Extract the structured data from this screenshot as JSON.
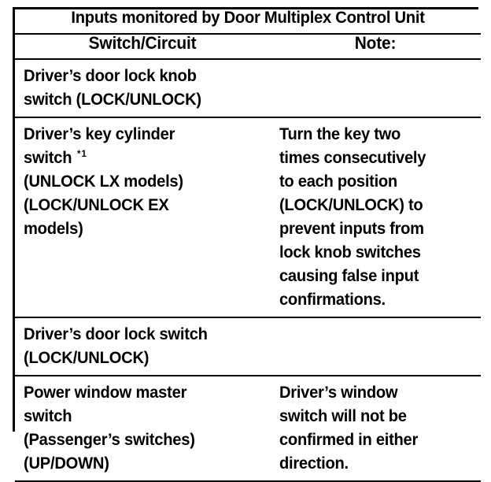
{
  "document": {
    "table": {
      "title": "Inputs monitored by Door Multiplex Control Unit",
      "columns": [
        {
          "key": "switch_circuit",
          "header": "Switch/Circuit"
        },
        {
          "key": "note",
          "header": "Note:"
        }
      ],
      "rows": [
        {
          "switch_circuit_lines": [
            "Driver’s door lock knob",
            "switch (LOCK/UNLOCK)"
          ],
          "footnote_marker": "",
          "note_lines": []
        },
        {
          "switch_circuit_lines": [
            "Driver’s key cylinder",
            "switch",
            "(UNLOCK LX models)",
            "(LOCK/UNLOCK EX",
            "models)"
          ],
          "footnote_marker": "*1",
          "note_lines": [
            "Turn the key two",
            "times consecutively",
            "to each position",
            "(LOCK/UNLOCK) to",
            "prevent inputs from",
            "lock knob switches",
            "causing false input",
            "confirmations."
          ]
        },
        {
          "switch_circuit_lines": [
            "Driver’s door lock switch",
            "(LOCK/UNLOCK)"
          ],
          "footnote_marker": "",
          "note_lines": []
        },
        {
          "switch_circuit_lines": [
            "Power window master",
            "switch",
            "(Passenger’s switches)",
            "(UP/DOWN)"
          ],
          "footnote_marker": "",
          "note_lines": [
            "Driver’s window",
            "switch will not be",
            "confirmed in either",
            "direction."
          ]
        }
      ]
    },
    "colors": {
      "text": "#000000",
      "background": "#ffffff",
      "border": "#000000"
    }
  }
}
